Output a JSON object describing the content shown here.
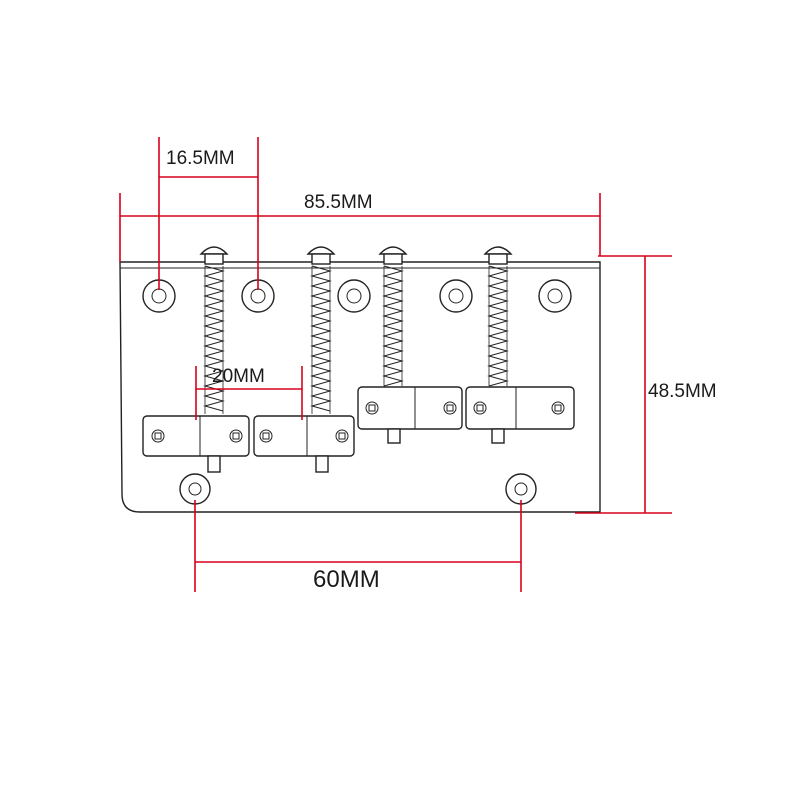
{
  "diagram": {
    "colors": {
      "dimension_line": "#d9001b",
      "part_outline": "#222222",
      "label_text": "#1a1a1a",
      "background": "#ffffff"
    },
    "dimensions": {
      "hole_spacing_top": "16.5MM",
      "overall_width": "85.5MM",
      "saddle_spacing": "20MM",
      "overall_height": "48.5MM",
      "mount_hole_spacing": "60MM"
    }
  }
}
